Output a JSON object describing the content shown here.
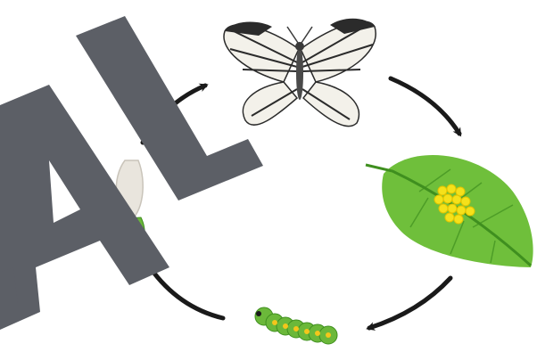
{
  "diagram": {
    "type": "life-cycle",
    "stages": [
      {
        "id": "adult",
        "icon": "butterfly-icon"
      },
      {
        "id": "eggs",
        "icon": "leaf-with-eggs-icon"
      },
      {
        "id": "larva",
        "icon": "caterpillar-icon"
      },
      {
        "id": "pupa",
        "icon": "chrysalis-icon"
      }
    ],
    "cycle_direction": "clockwise",
    "watermark_text": "AL"
  },
  "colors": {
    "background": "#ffffff",
    "arrow": "#1a1a1a",
    "watermark": "#5c5f66",
    "leaf": "#6fbf3b",
    "leaf_dark": "#3f8f1f",
    "eggs": "#f5e11a",
    "caterpillar": "#6bb83a",
    "caterpillar_spots": "#f3c61b",
    "butterfly_wing": "#f3f1ea",
    "butterfly_vein": "#2b2b2b",
    "chrysalis": "#e9e5dd"
  }
}
